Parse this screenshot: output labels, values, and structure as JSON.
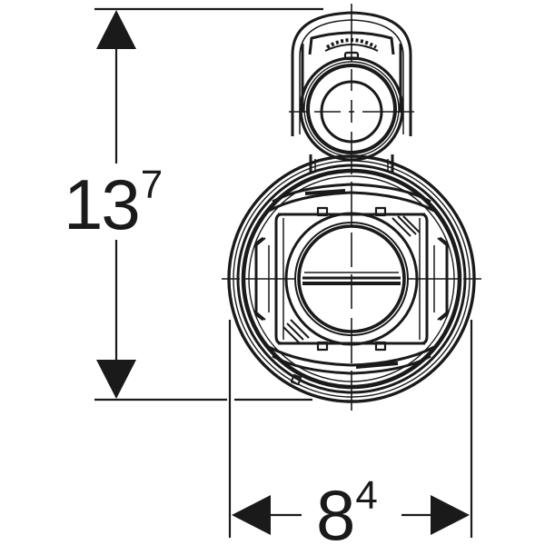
{
  "drawing": {
    "description": "Technical dimension drawing, front view of a fill valve",
    "line_color": "#1a1a1a",
    "background": "#ffffff"
  },
  "dimensions": {
    "height": {
      "main": "13",
      "superscript": "7",
      "orientation": "vertical"
    },
    "width": {
      "main": "8",
      "superscript": "4",
      "orientation": "horizontal"
    }
  }
}
